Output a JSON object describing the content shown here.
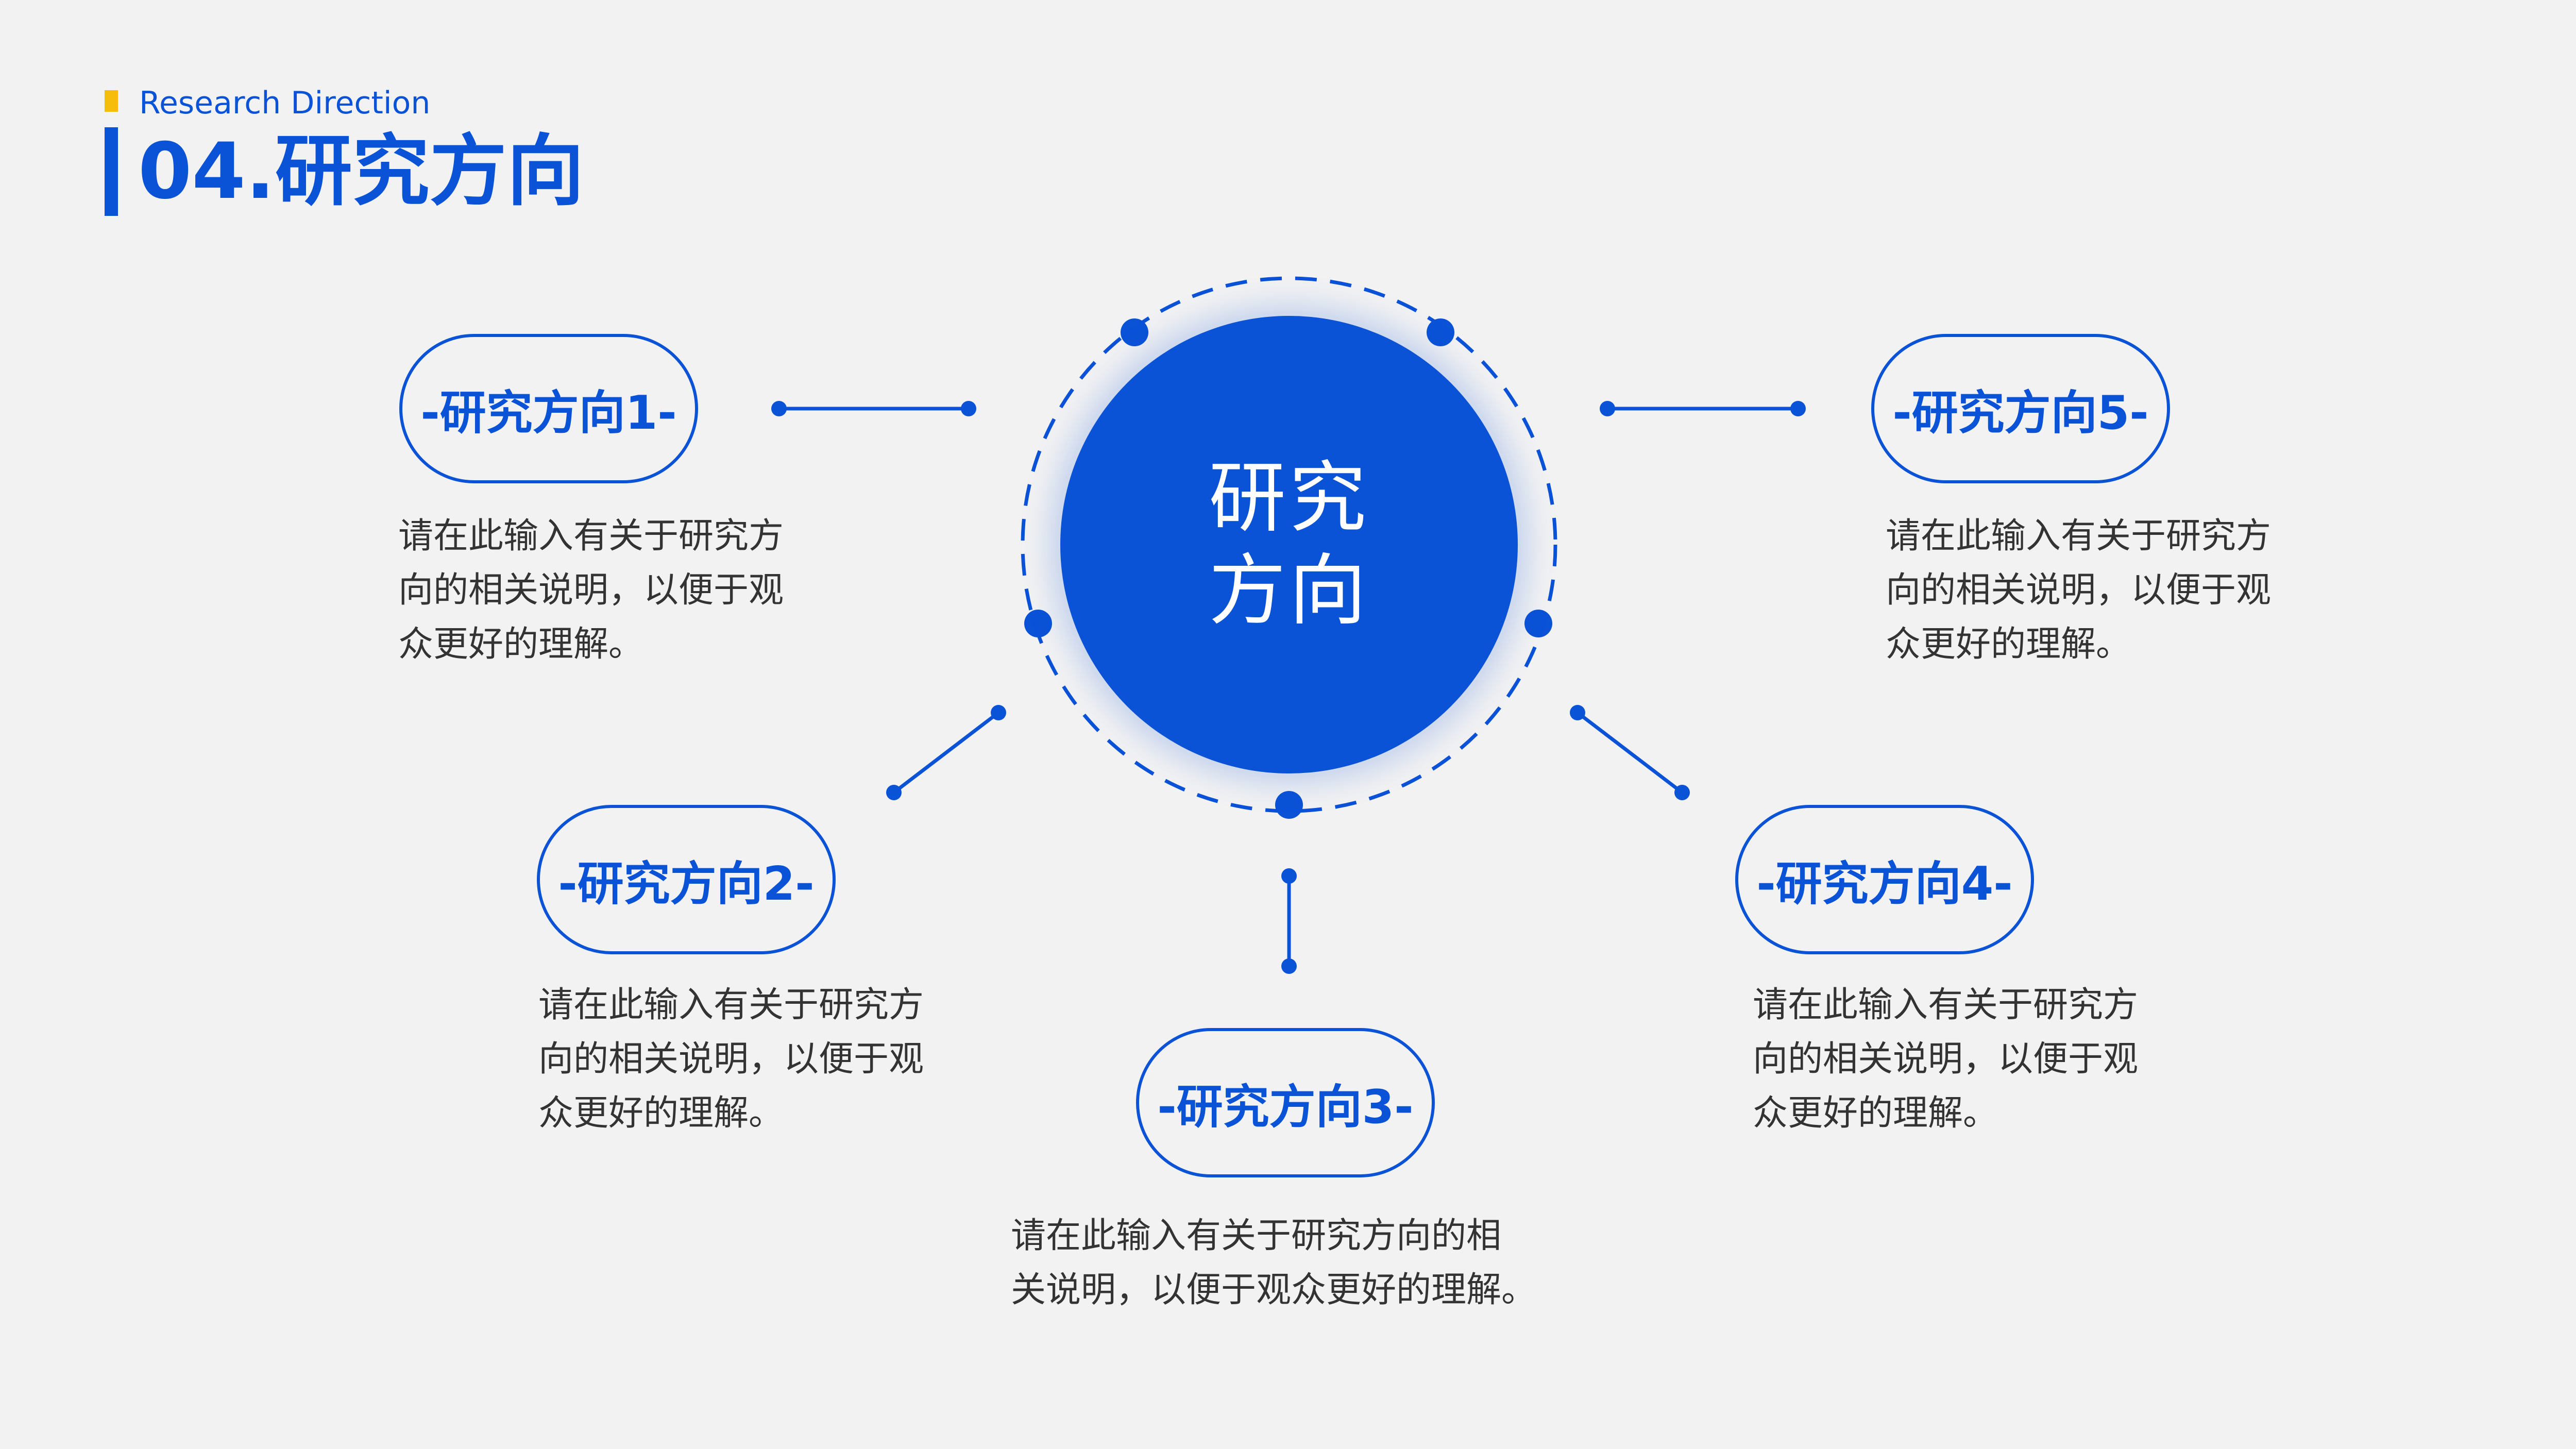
{
  "header": {
    "subtitle": "Research Direction",
    "title": "04.研究方向"
  },
  "center": {
    "line1": "研究",
    "line2": "方向"
  },
  "directions": [
    {
      "label": "-研究方向1-",
      "desc": [
        "请在此输入有关于研究方",
        "向的相关说明，以便于观",
        "众更好的理解。"
      ]
    },
    {
      "label": "-研究方向2-",
      "desc": [
        "请在此输入有关于研究方",
        "向的相关说明，以便于观",
        "众更好的理解。"
      ]
    },
    {
      "label": "-研究方向3-",
      "desc": [
        "请在此输入有关于研究方向的相",
        "关说明，以便于观众更好的理解。"
      ]
    },
    {
      "label": "-研究方向4-",
      "desc": [
        "请在此输入有关于研究方",
        "向的相关说明，以便于观",
        "众更好的理解。"
      ]
    },
    {
      "label": "-研究方向5-",
      "desc": [
        "请在此输入有关于研究方",
        "向的相关说明，以便于观",
        "众更好的理解。"
      ]
    }
  ],
  "colors": {
    "primary": "#0a52d6",
    "accent": "#f7bd0d",
    "background": "#f2f2f3",
    "text": "#333333"
  }
}
